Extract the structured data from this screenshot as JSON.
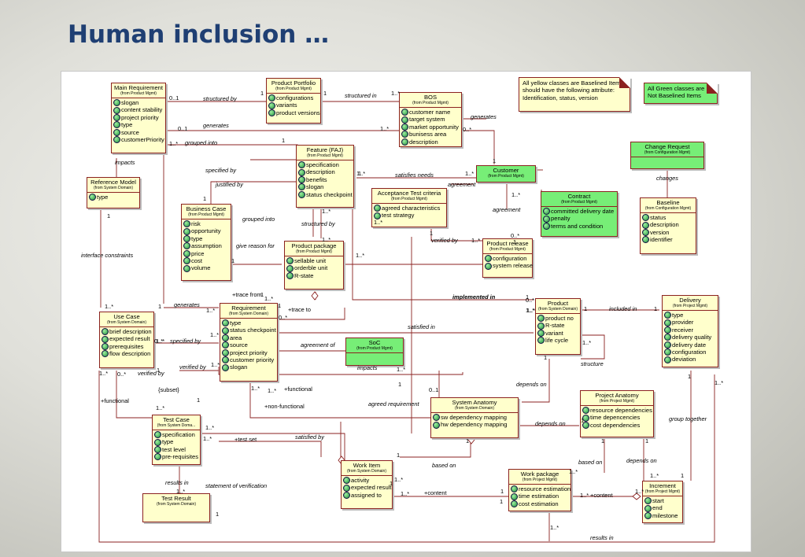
{
  "slide_title": "Human inclusion …",
  "notes": {
    "yellow": "All yellow classes are Baselined Items: should have the following attribute: Identification, status, version",
    "green": "All Green classes are Not Baselined Items"
  },
  "classes": {
    "main_requirement": {
      "name": "Main Requirement",
      "from": "(from Product Mgmt)",
      "attrs": [
        "slogan",
        "content stability",
        "project priority",
        "type",
        "source",
        "customerPriority"
      ]
    },
    "product_portfolio": {
      "name": "Product Portfolio",
      "from": "(from Product Mgmt)",
      "attrs": [
        "configurations",
        "variants",
        "product versions"
      ]
    },
    "bos": {
      "name": "BOS",
      "from": "(from Product Mgmt)",
      "attrs": [
        "customer name",
        "target system",
        "market opportunity",
        "bunisess area",
        "description"
      ]
    },
    "feature": {
      "name": "Feature (FAJ)",
      "from": "(from Product Mgmt)",
      "attrs": [
        "specification",
        "description",
        "benefits",
        "slogan",
        "status checkpoint"
      ]
    },
    "customer": {
      "name": "Customer",
      "from": "(from Product Mgmt)",
      "attrs": []
    },
    "change_request": {
      "name": "Change Request",
      "from": "(from Configuration Mgmt)",
      "attrs": []
    },
    "reference_model": {
      "name": "Reference Model",
      "from": "(from System Domain)",
      "attrs": [
        "type"
      ]
    },
    "business_case": {
      "name": "Business Case",
      "from": "(from Product Mgmt)",
      "attrs": [
        "risk",
        "opportunity",
        "type",
        "assumption",
        "price",
        "cost",
        "volume"
      ]
    },
    "acceptance_test": {
      "name": "Acceptance Test criteria",
      "from": "(from Product Mgmt)",
      "attrs": [
        "agreed characteristics",
        "test strategy"
      ]
    },
    "contract": {
      "name": "Contract",
      "from": "(from Product Mgmt)",
      "attrs": [
        "committed delivery date",
        "penalty",
        "terms and condition"
      ]
    },
    "baseline": {
      "name": "Baseline",
      "from": "(from Configuration Mgmt)",
      "attrs": [
        "status",
        "description",
        "version",
        "identifier"
      ]
    },
    "product_package": {
      "name": "Product package",
      "from": "(from Product Mgmt)",
      "attrs": [
        "sellable unit",
        "orderble unit",
        "R-state"
      ]
    },
    "product_release": {
      "name": "Product release",
      "from": "(from Product Mgmt)",
      "attrs": [
        "configuration",
        "system release"
      ]
    },
    "use_case": {
      "name": "Use Case",
      "from": "(from System Domain)",
      "attrs": [
        "brief description",
        "expected result",
        "prerequisites",
        "flow description"
      ]
    },
    "requirement": {
      "name": "Requirement",
      "from": "(from System Domain)",
      "attrs": [
        "type",
        "status checkpoint",
        "area",
        "source",
        "project priority",
        "customer priority",
        "slogan"
      ]
    },
    "soc": {
      "name": "SoC",
      "from": "(from Product Mgmt)",
      "attrs": []
    },
    "product": {
      "name": "Product",
      "from": "(from System Domain)",
      "attrs": [
        "product no",
        "R-state",
        "variant",
        "life cycle"
      ]
    },
    "delivery": {
      "name": "Delivery",
      "from": "(from Project Mgmt)",
      "attrs": [
        "type",
        "provider",
        "receiver",
        "delivery quality",
        "delivery date",
        "configuration",
        "deviation"
      ]
    },
    "system_anatomy": {
      "name": "System Anatomy",
      "from": "(from System Domain)",
      "attrs": [
        "sw dependency mapping",
        "hw dependency mapping"
      ]
    },
    "project_anatomy": {
      "name": "Project Anatomy",
      "from": "(from Project Mgmt)",
      "attrs": [
        "resource dependencies",
        "time depencencies",
        "cost dependencies"
      ]
    },
    "test_case": {
      "name": "Test Case",
      "from": "(from System Doma...",
      "attrs": [
        "specification",
        "type",
        "test level",
        "pre-requisites"
      ]
    },
    "work_item": {
      "name": "Work Item",
      "from": "(from System Domain)",
      "attrs": [
        "activity",
        "expected result",
        "assigned to"
      ]
    },
    "work_package": {
      "name": "Work package",
      "from": "(from Project Mgmt)",
      "attrs": [
        "resource estimation",
        "time estimation",
        "cost estimation"
      ]
    },
    "increment": {
      "name": "Increment",
      "from": "(from Project Mgmt)",
      "attrs": [
        "start",
        "end",
        "milestone"
      ]
    },
    "test_result": {
      "name": "Test Result",
      "from": "(from System Domain)",
      "attrs": []
    }
  },
  "labels": {
    "structured_by": "structured by",
    "structured_in": "structured in",
    "generates_1": "generates",
    "generates_2": "generates",
    "generates_3": "generates",
    "grouped_into_1": "grouped into",
    "grouped_into_2": "grouped into",
    "impacts_1": "impacts",
    "impacts_2": "impacts",
    "specified_by_1": "specified by",
    "specified_by_2": "specified by",
    "justified_by": "justified by",
    "satisfies_needs": "satisfies needs",
    "agreement_1": "agreement",
    "agreement_2": "agreement",
    "changes": "changes",
    "interface_constraints": "interface constraints",
    "give_reason_for": "give reason for",
    "structured_by_2": "structured by",
    "verified_by_1": "verified by",
    "verified_by_2": "verified by",
    "verified_by_3": "verified by",
    "trace_from": "+trace from",
    "trace_to": "+trace to",
    "implemented_in": "implemented in",
    "included_in": "included in",
    "satisfied_in": "satisfied in",
    "agreement_of": "agreement of",
    "structure": "structure",
    "depends_on_1": "depends on",
    "depends_on_2": "depends on",
    "depends_on_3": "depends on",
    "subset": "{subset}",
    "functional_1": "+functional",
    "functional_2": "+functional",
    "non_functional": "+non-functional",
    "agreed_requirement": "agreed requirement",
    "group_together": "group together",
    "test_set": "+test set",
    "satisfied_by": "satisfied by",
    "based_on_1": "based on",
    "based_on_2": "based on",
    "results_in_1": "results in",
    "results_in_2": "results in",
    "statement_of_verification": "statement of verification",
    "content_1": "+content",
    "content_2": "+content"
  },
  "multiplicities": [
    "0..1",
    "1",
    "1",
    "1..*",
    "0..1",
    "1..*",
    "1..*",
    "1",
    "0..*",
    "1",
    "1",
    "1..*",
    "1..*",
    "1..*",
    "1",
    "1..*",
    "1",
    "1..*",
    "1..*",
    "1..*",
    "1",
    "0..*",
    "1",
    "1",
    "1..*",
    "1",
    "1..*",
    "1..*",
    "1",
    "1..*",
    "1",
    "0..*",
    "1",
    "1..*",
    "0..*",
    "1..*",
    "1",
    "1",
    "1..*",
    "1..*",
    "1..*",
    "0..*",
    "1..*",
    "1",
    "1..*",
    "0..*",
    "1..*",
    "1",
    "1",
    "1..*",
    "1..*",
    "1..*",
    "0..1",
    "1",
    "1..*",
    "1",
    "1..*",
    "1..*",
    "1",
    "1..*",
    "1",
    "1",
    "1",
    "1..*",
    "1..*",
    "1",
    "1",
    "1..*",
    "1",
    "1..*",
    "1..*",
    "1..*",
    "1",
    "1",
    "1..*",
    "1"
  ]
}
